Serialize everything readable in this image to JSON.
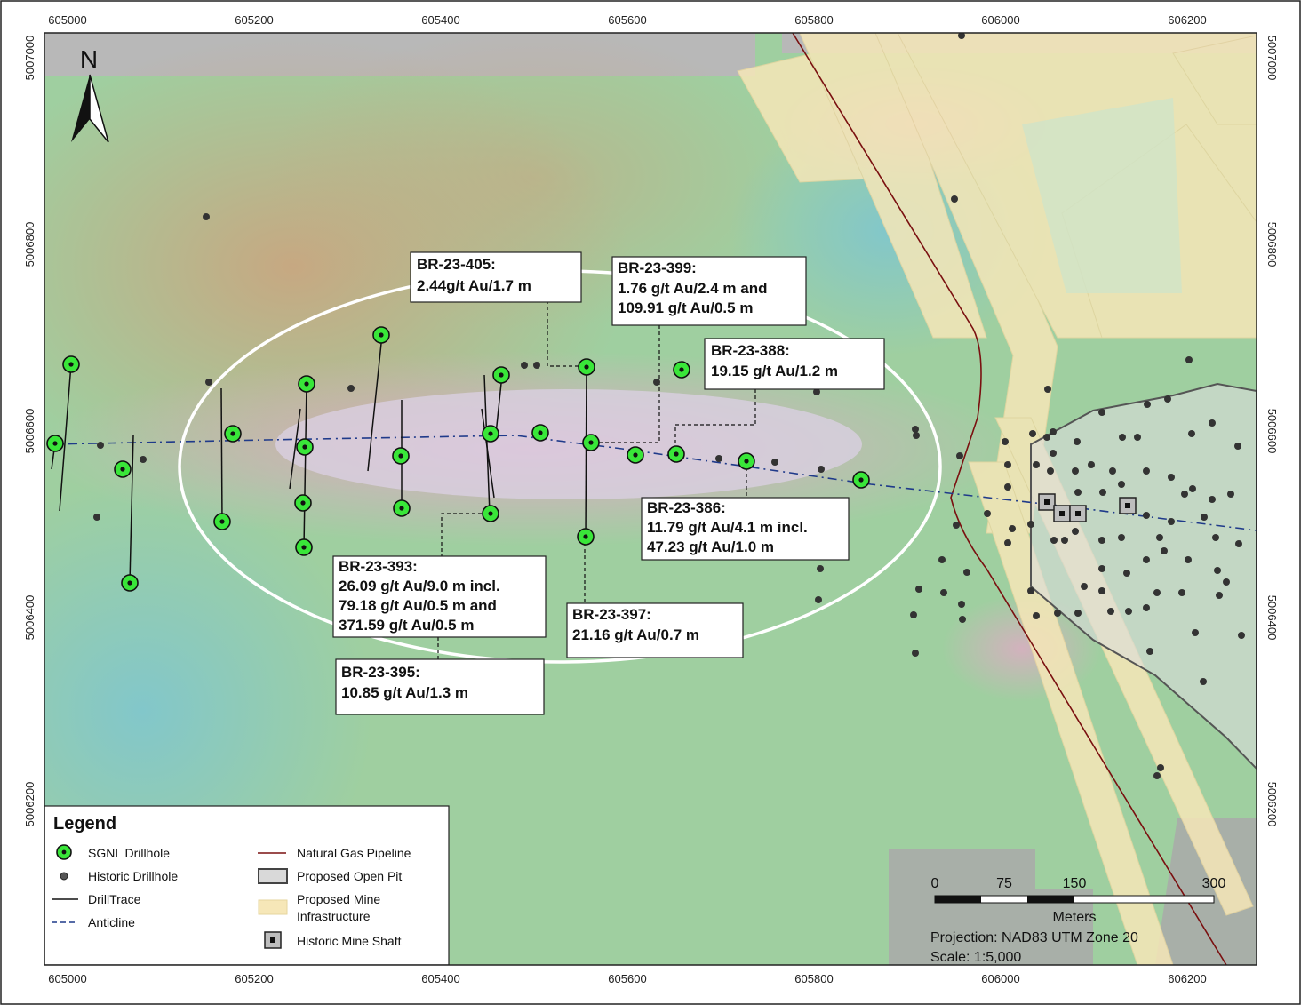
{
  "map": {
    "north_label": "N",
    "x_ticks": [
      "605000",
      "605200",
      "605400",
      "605600",
      "605800",
      "606000",
      "606200"
    ],
    "y_ticks": [
      "5007000",
      "5006800",
      "5006600",
      "5006400",
      "5006200"
    ],
    "colors": {
      "sgnl_drillhole_fill": "#39e639",
      "historic_drillhole": "#333333",
      "anticline": "#1f3a8a",
      "pipeline": "#7a1010",
      "infrastructure": "#f6e7b8",
      "open_pit": "#d9d9d9"
    }
  },
  "callouts": [
    {
      "lines": [
        "BR-23-405:",
        "2.44g/t Au/1.7 m"
      ]
    },
    {
      "lines": [
        "BR-23-399:",
        "1.76 g/t Au/2.4 m and",
        "109.91 g/t Au/0.5 m"
      ]
    },
    {
      "lines": [
        "BR-23-388:",
        "19.15 g/t Au/1.2 m"
      ]
    },
    {
      "lines": [
        "BR-23-386:",
        "11.79 g/t Au/4.1 m incl.",
        "47.23 g/t Au/1.0 m"
      ]
    },
    {
      "lines": [
        "BR-23-393:",
        "26.09 g/t Au/9.0 m incl.",
        "79.18 g/t Au/0.5 m and",
        "371.59 g/t Au/0.5 m"
      ]
    },
    {
      "lines": [
        "BR-23-397:",
        "21.16 g/t Au/0.7 m"
      ]
    },
    {
      "lines": [
        "BR-23-395:",
        "10.85 g/t Au/1.3 m"
      ]
    }
  ],
  "legend": {
    "title": "Legend",
    "items": [
      {
        "label": "SGNL Drillhole",
        "icon": "sgnl-drillhole-icon"
      },
      {
        "label": "Historic Drillhole",
        "icon": "historic-drillhole-icon"
      },
      {
        "label": "DrillTrace",
        "icon": "drilltrace-icon"
      },
      {
        "label": "Anticline",
        "icon": "anticline-icon"
      },
      {
        "label": "Natural Gas Pipeline",
        "icon": "pipeline-icon"
      },
      {
        "label": "Proposed Open Pit",
        "icon": "open-pit-icon"
      },
      {
        "label": "Proposed Mine",
        "label2": "Infrastructure",
        "icon": "infrastructure-icon"
      },
      {
        "label": "Historic Mine Shaft",
        "icon": "mine-shaft-icon"
      }
    ]
  },
  "scalebar": {
    "ticks": [
      "0",
      "75",
      "150",
      "300"
    ],
    "unit": "Meters",
    "projection": "Projection: NAD83 UTM Zone 20",
    "scale": "Scale: 1:5,000"
  }
}
